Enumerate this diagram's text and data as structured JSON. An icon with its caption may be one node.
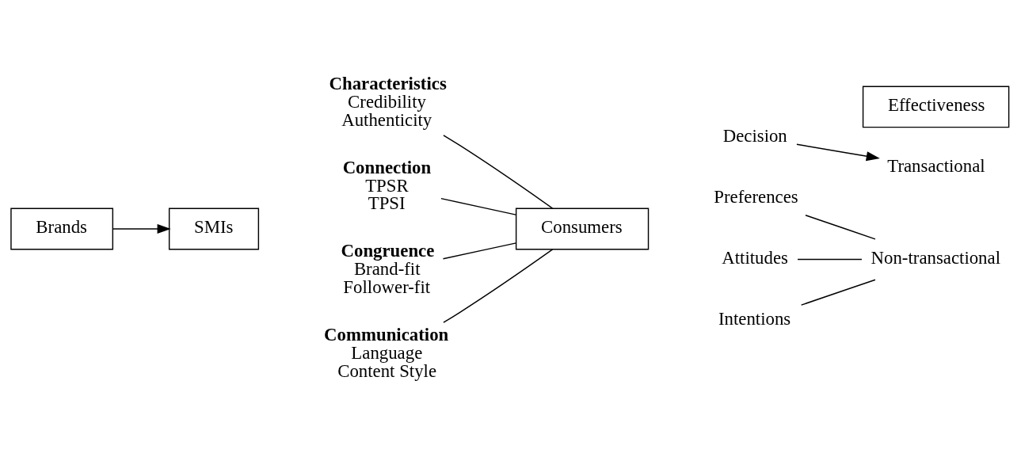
{
  "diagram": {
    "nodes": [
      {
        "text": [
          "Brands"
        ]
      },
      {
        "text": [
          "SMIs"
        ]
      },
      {
        "text": [
          "Characteristics",
          "Credibility",
          "Authenticity"
        ]
      },
      {
        "text": [
          "Connection",
          "TPSR",
          "TPSI"
        ]
      },
      {
        "text": [
          "Congruence",
          "Brand-fit",
          "Follower-fit"
        ]
      },
      {
        "text": [
          "Communication",
          "Language",
          "Content Style"
        ]
      },
      {
        "text": [
          "Consumers"
        ]
      },
      {
        "text": [
          "Decision"
        ]
      },
      {
        "text": [
          "Preferences"
        ]
      },
      {
        "text": [
          "Attitudes"
        ]
      },
      {
        "text": [
          "Intentions"
        ]
      },
      {
        "text": [
          "Effectiveness"
        ]
      },
      {
        "text": [
          "Transactional"
        ]
      },
      {
        "text": [
          "Non-transactional"
        ]
      }
    ],
    "edges": [
      {
        "from": 0,
        "to": 1,
        "arrow": "to"
      },
      {
        "from": 2,
        "to": 6,
        "arrow": "none"
      },
      {
        "from": 3,
        "to": 6,
        "arrow": "none"
      },
      {
        "from": 4,
        "to": 6,
        "arrow": "none"
      },
      {
        "from": 5,
        "to": 6,
        "arrow": "none"
      },
      {
        "from": 7,
        "to": 12,
        "arrow": "to"
      },
      {
        "from": 8,
        "to": 13,
        "arrow": "none"
      },
      {
        "from": 9,
        "to": 13,
        "arrow": "none"
      },
      {
        "from": 10,
        "to": 13,
        "arrow": "none"
      }
    ]
  }
}
